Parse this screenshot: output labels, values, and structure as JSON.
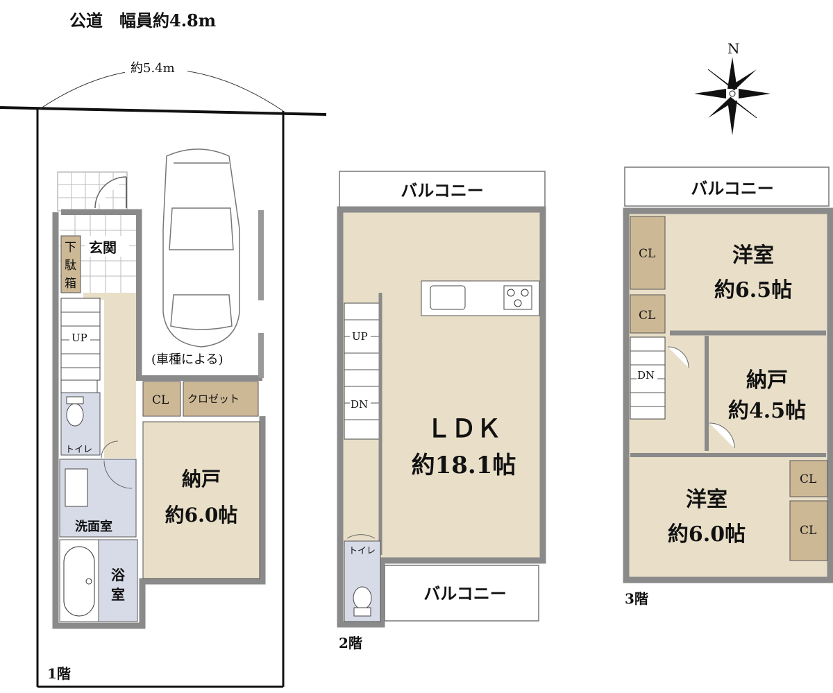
{
  "header": {
    "road": "公道　幅員約4.8m",
    "frontage": "約5.4m"
  },
  "compass": {
    "north": "N"
  },
  "floor1": {
    "floor_label": "1階",
    "genkan": "玄関",
    "shoe_box": [
      "下",
      "駄",
      "箱"
    ],
    "up": "UP",
    "car_note": "(車種による)",
    "cl": "CL",
    "closet": "クロゼット",
    "toilet": "トイレ",
    "storage_name": "納戸",
    "storage_size": "約6.0帖",
    "washroom": "洗面室",
    "bath": [
      "浴",
      "室"
    ]
  },
  "floor2": {
    "floor_label": "2階",
    "balcony_top": "バルコニー",
    "balcony_bottom": "バルコニー",
    "up": "UP",
    "dn": "DN",
    "ldk_name": "ＬＤＫ",
    "ldk_size": "約18.1帖",
    "toilet": "トイレ"
  },
  "floor3": {
    "floor_label": "3階",
    "balcony": "バルコニー",
    "room1_name": "洋室",
    "room1_size": "約6.5帖",
    "cl_a": "CL",
    "cl_b": "CL",
    "dn": "DN",
    "storage_name": "納戸",
    "storage_size": "約4.5帖",
    "room2_name": "洋室",
    "room2_size": "約6.0帖",
    "cl_c": "CL",
    "cl_d": "CL"
  },
  "colors": {
    "room": "#e9dfc8",
    "cl": "#cdb896",
    "wet": "#d7dbe8",
    "wall": "#8a8a8a",
    "line": "#222222"
  }
}
